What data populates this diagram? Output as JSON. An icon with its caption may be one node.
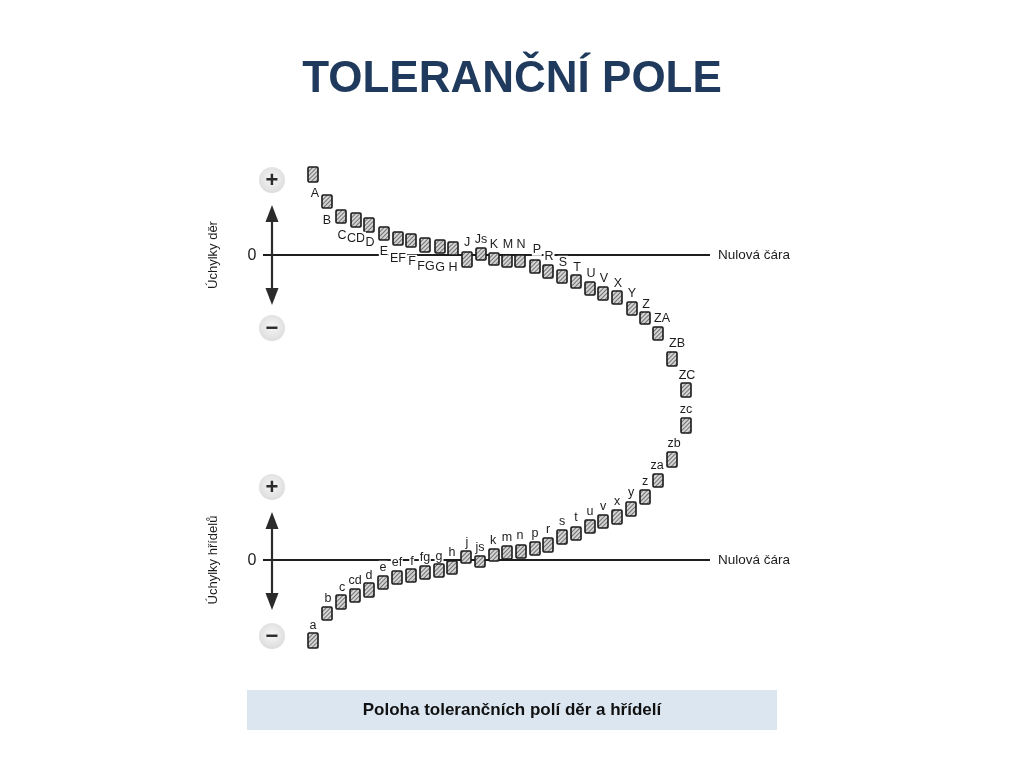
{
  "diagram": {
    "title": "TOLERANČNÍ POLE",
    "caption": "Poloha tolerančních polí děr a hřídelí",
    "nodes": [
      {
        "text": [
          "+"
        ]
      },
      {
        "text": [
          "−"
        ]
      },
      {
        "text": [
          "+"
        ]
      },
      {
        "text": [
          "−"
        ]
      }
    ],
    "labels": [
      "Úchylky děr",
      "0",
      "A",
      "B",
      "C",
      "CD",
      "D",
      "E",
      "EF",
      "F",
      "FG",
      "G",
      "H",
      "J",
      "Js",
      "K",
      "M",
      "N",
      "P",
      "R",
      "S",
      "T",
      "U",
      "V",
      "X",
      "Y",
      "Z",
      "ZA",
      "ZB",
      "ZC",
      "Nulová čára",
      "Úchylky hřídelů",
      "0",
      "a",
      "b",
      "c",
      "cd",
      "d",
      "e",
      "ef",
      "f",
      "fg",
      "g",
      "h",
      "j",
      "js",
      "k",
      "m",
      "n",
      "p",
      "r",
      "s",
      "t",
      "u",
      "v",
      "x",
      "y",
      "z",
      "za",
      "zb",
      "zc",
      "Nulová čára"
    ]
  }
}
